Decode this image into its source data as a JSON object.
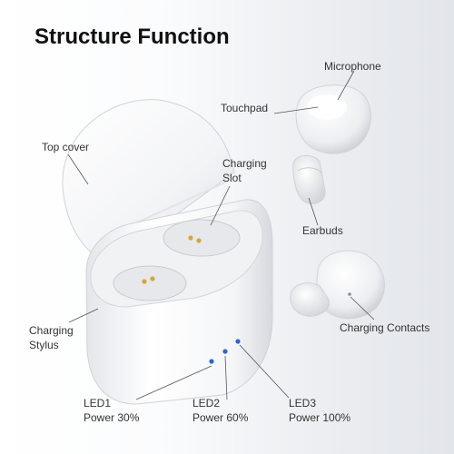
{
  "title": "Structure Function",
  "labels": {
    "top_cover": "Top cover",
    "charging_slot_line1": "Charging",
    "charging_slot_line2": "Slot",
    "microphone": "Microphone",
    "touchpad": "Touchpad",
    "earbuds": "Earbuds",
    "charging_stylus_line1": "Charging",
    "charging_stylus_line2": "Stylus",
    "charging_contacts": "Charging Contacts",
    "led1_line1": "LED1",
    "led1_line2": "Power 30%",
    "led2_line1": "LED2",
    "led2_line2": "Power 60%",
    "led3_line1": "LED3",
    "led3_line2": "Power 100%"
  },
  "colors": {
    "led": "#2b63d9",
    "pin_gold": "#d4a73a",
    "leader": "#555555"
  }
}
